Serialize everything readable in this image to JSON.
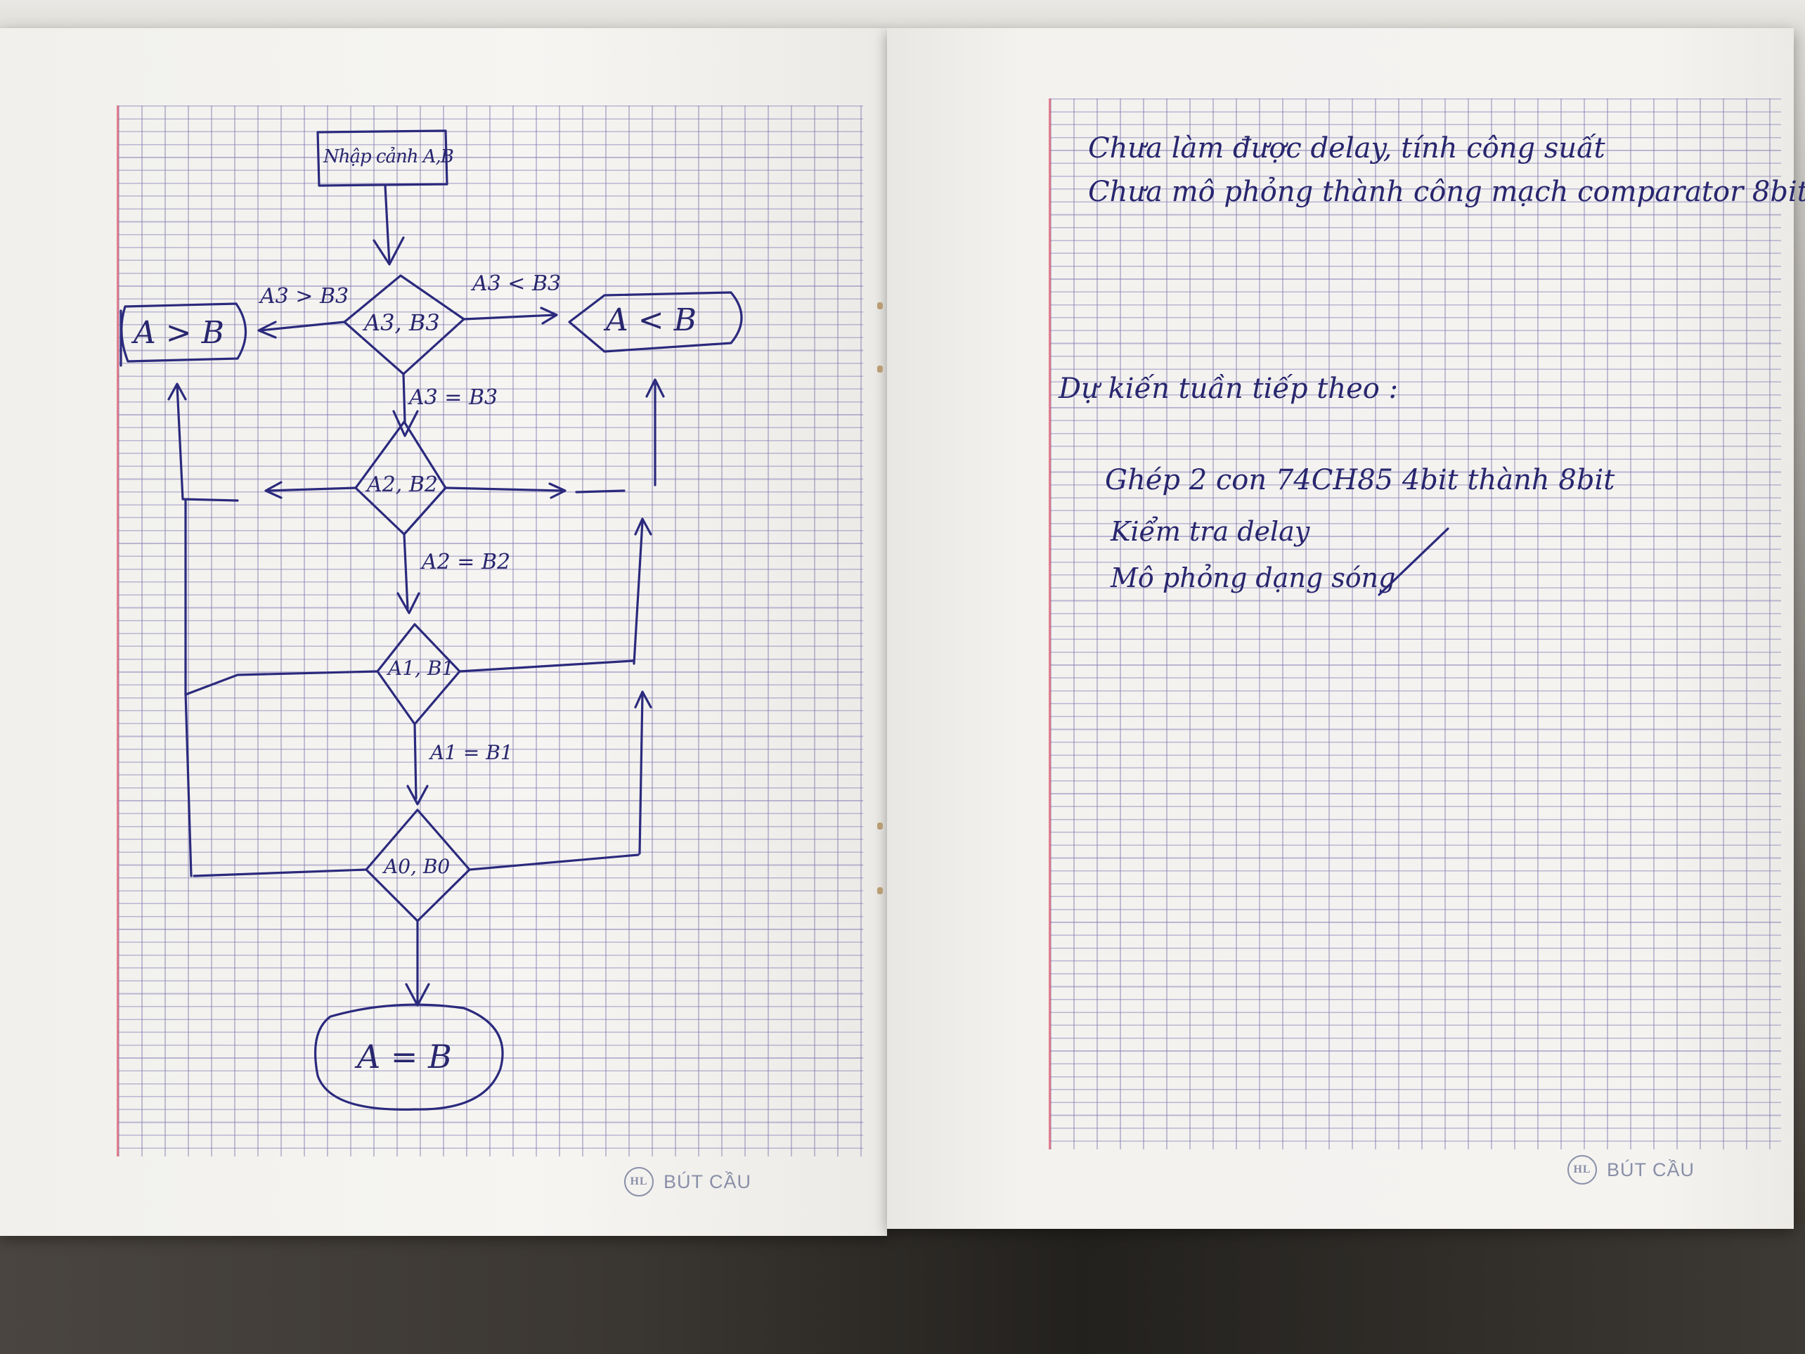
{
  "brand": {
    "name": "BÚT CẦU",
    "logo": "HL"
  },
  "flowchart": {
    "start_label": "Nhập cảnh A,B",
    "nodes": {
      "n3": "A3, B3",
      "n2": "A2, B2",
      "n1": "A1, B1",
      "n0": "A0, B0"
    },
    "results": {
      "greater": "A > B",
      "less": "A < B",
      "equal": "A = B"
    },
    "edge_labels": {
      "gt3": "A3 > B3",
      "lt3": "A3 < B3",
      "eq3": "A3 = B3",
      "eq2": "A2 = B2",
      "eq1": "A1 = B1"
    }
  },
  "notes": {
    "line1": "Chưa làm được delay, tính công suất",
    "line2": "Chưa mô phỏng thành công mạch comparator 8bit",
    "heading": "Dự kiến tuần tiếp theo :",
    "items": [
      "Ghép 2 con 74CH85 4bit thành 8bit",
      "Kiểm tra delay",
      "Mô phỏng dạng sóng"
    ]
  }
}
